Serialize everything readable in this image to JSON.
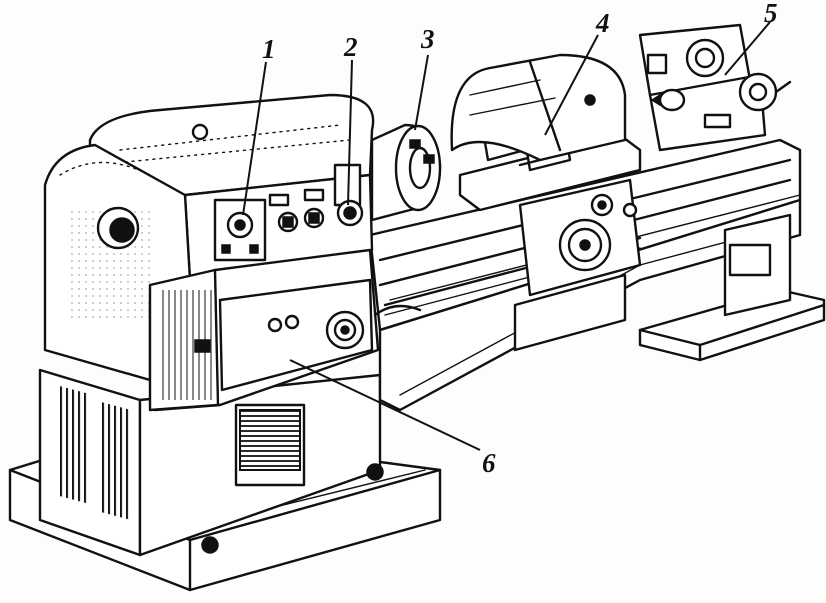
{
  "figure": {
    "callouts": [
      {
        "id": "1",
        "text": "1"
      },
      {
        "id": "2",
        "text": "2"
      },
      {
        "id": "3",
        "text": "3"
      },
      {
        "id": "4",
        "text": "4"
      },
      {
        "id": "5",
        "text": "5"
      },
      {
        "id": "6",
        "text": "6"
      }
    ]
  },
  "colors": {
    "ink": "#111111",
    "paper": "#fdfdfb"
  }
}
